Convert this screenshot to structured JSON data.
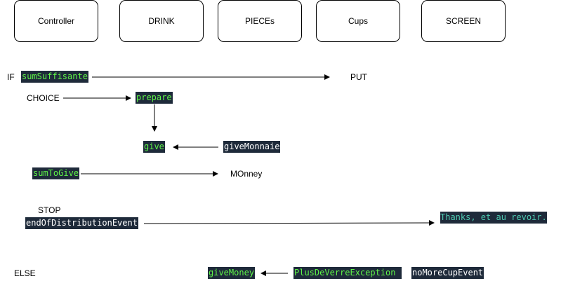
{
  "lifelines": {
    "controller": "Controller",
    "drink": "DRINK",
    "pieces": "PIECEs",
    "cups": "Cups",
    "screen": "SCREEN"
  },
  "labels": {
    "if": "IF",
    "put": "PUT",
    "choice": "CHOICE",
    "monney": "MOnney",
    "stop": "STOP",
    "else": "ELSE"
  },
  "code": {
    "sum_suffisante": "sumSuffisante",
    "prepare": "prepare",
    "give": "give",
    "give_monnaie": "giveMonnaie",
    "sum_to_give": "sumToGive",
    "end_of_distribution_event": "endOfDistributionEvent",
    "thanks": "Thanks, et au revoir.",
    "give_money": "giveMoney",
    "plus_de_verre_exception": "PlusDeVerreException",
    "no_more_cup_event": "noMoreCupEvent"
  },
  "colors": {
    "code_background": "#1e2a3a",
    "code_green": "#5ff548",
    "code_teal": "#4ec9b0",
    "line": "#000000"
  }
}
